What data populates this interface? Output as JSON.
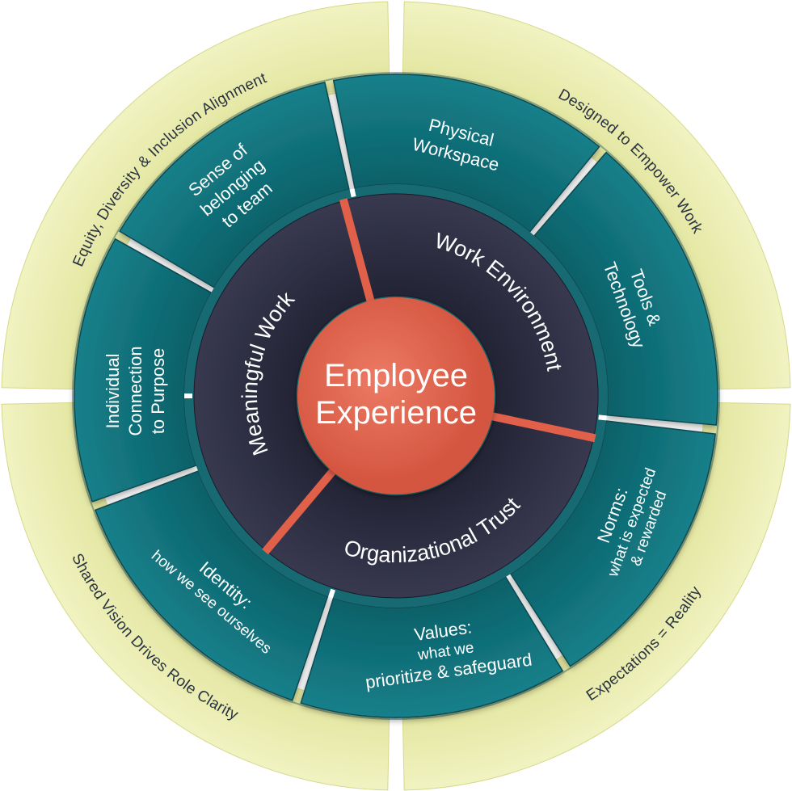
{
  "center": {
    "lines": [
      "Employee",
      "Experience"
    ]
  },
  "middle_ring": [
    {
      "id": "work-environment",
      "label": "Work Environment"
    },
    {
      "id": "organizational-trust",
      "label": "Organizational Trust"
    },
    {
      "id": "meaningful-work",
      "label": "Meaningful Work"
    }
  ],
  "teal_ring": [
    {
      "id": "physical-workspace",
      "lines": [
        "Physical",
        "Workspace"
      ]
    },
    {
      "id": "tools-technology",
      "lines": [
        "Tools &",
        "Technology"
      ]
    },
    {
      "id": "norms",
      "lines": [
        "Norms:",
        "what is expected",
        "& rewarded"
      ]
    },
    {
      "id": "values",
      "lines": [
        "Values:",
        "what we",
        "prioritize & safeguard"
      ]
    },
    {
      "id": "identity",
      "lines": [
        "Identity:",
        "how we see ourselves"
      ]
    },
    {
      "id": "individual-connection",
      "lines": [
        "Individual",
        "Connection",
        "to Purpose"
      ]
    },
    {
      "id": "sense-of-belonging",
      "lines": [
        "Sense of",
        "belonging",
        "to team"
      ]
    }
  ],
  "outer_ring": [
    {
      "id": "designed-to-empower",
      "label": "Designed to Empower Work"
    },
    {
      "id": "expectations-reality",
      "label": "Expectations = Reality"
    },
    {
      "id": "shared-vision",
      "label": "Shared Vision Drives Role Clarity"
    },
    {
      "id": "equity-diversity",
      "label": "Equity, Diversity & Inclusion Alignment"
    }
  ],
  "colors": {
    "outer_fill": "#eef0b4",
    "outer_stroke": "#d5d98a",
    "teal_fill": "#126f78",
    "teal_dark": "#0d5960",
    "middle_fill": "#2c2d3e",
    "center_fill": "#e06652",
    "spoke": "#e0604a",
    "text_dark": "#2a3340",
    "text_light": "#ffffff"
  }
}
